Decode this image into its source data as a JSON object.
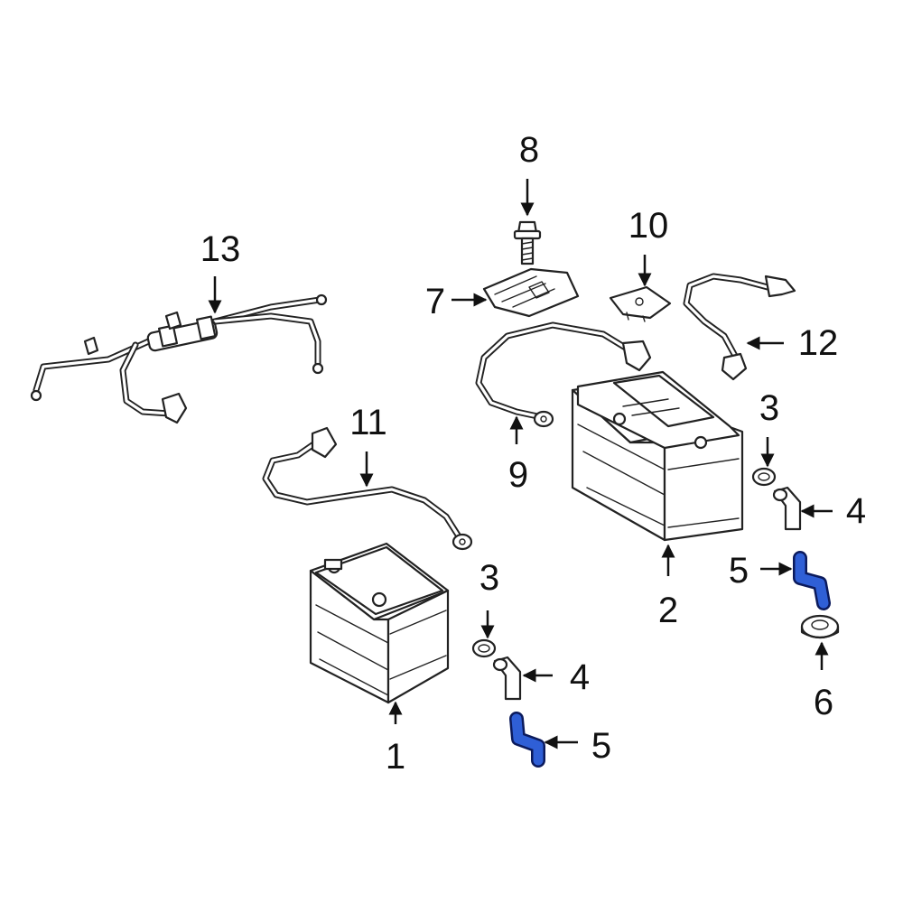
{
  "callouts": [
    {
      "id": "c1",
      "text": "1"
    },
    {
      "id": "c2",
      "text": "2"
    },
    {
      "id": "c3a",
      "text": "3"
    },
    {
      "id": "c3b",
      "text": "3"
    },
    {
      "id": "c4a",
      "text": "4"
    },
    {
      "id": "c4b",
      "text": "4"
    },
    {
      "id": "c5a",
      "text": "5"
    },
    {
      "id": "c5b",
      "text": "5"
    },
    {
      "id": "c6",
      "text": "6"
    },
    {
      "id": "c7",
      "text": "7"
    },
    {
      "id": "c8",
      "text": "8"
    },
    {
      "id": "c9",
      "text": "9"
    },
    {
      "id": "c10",
      "text": "10"
    },
    {
      "id": "c11",
      "text": "11"
    },
    {
      "id": "c12",
      "text": "12"
    },
    {
      "id": "c13",
      "text": "13"
    }
  ],
  "colors": {
    "line": "#222222",
    "highlight_fill": "#2f5fd6",
    "highlight_stroke": "#0b1a5c",
    "background": "#ffffff"
  },
  "highlighted_part": "5"
}
